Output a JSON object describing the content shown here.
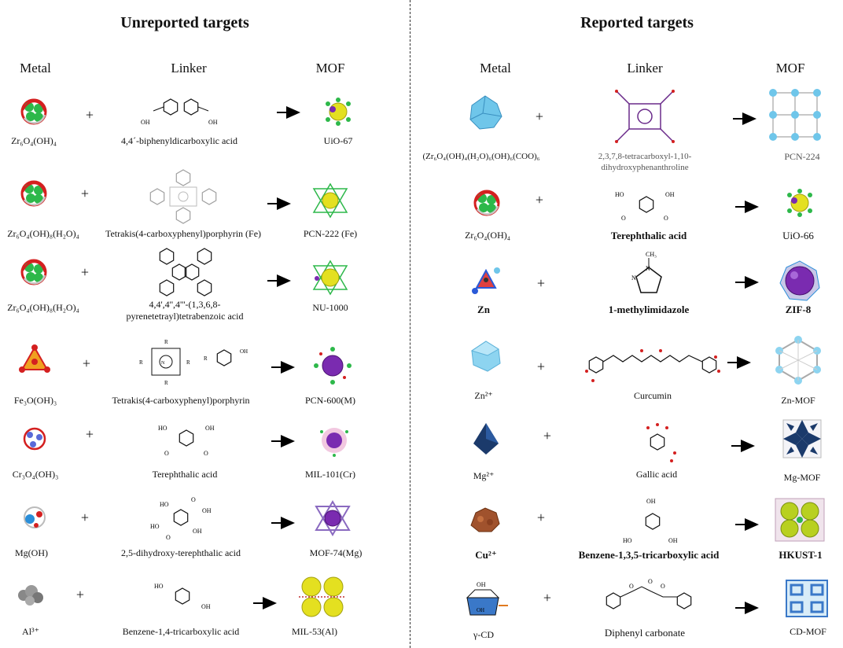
{
  "left": {
    "title": "Unreported targets",
    "headers": {
      "metal": "Metal",
      "linker": "Linker",
      "mof": "MOF"
    },
    "rows": [
      {
        "metal": "Zr₆O₄(OH)₄",
        "linker": "4,4´-biphenyldicarboxylic  acid",
        "mof": "UiO-67"
      },
      {
        "metal": "Zr₆O₄(OH)₈(H₂O)₄",
        "linker": "Tetrakis(4-carboxyphenyl)porphyrin  (Fe)",
        "mof": "PCN-222 (Fe)"
      },
      {
        "metal": "Zr₆O₄(OH)₈(H₂O)₄",
        "linker_line1": "4,4',4'',4'''-(1,3,6,8-",
        "linker_line2": "pyrenetetrayl)tetrabenzoic  acid",
        "mof": "NU-1000"
      },
      {
        "metal": "Fe₃O(OH)₃",
        "linker": "Tetrakis(4-carboxyphenyl)porphyrin",
        "mof": "PCN-600(M)"
      },
      {
        "metal": "Cr₃O₄(OH)₃",
        "linker": "Terephthalic  acid",
        "mof": "MIL-101(Cr)"
      },
      {
        "metal": "Mg(OH)",
        "linker": "2,5-dihydroxy-terephthalic  acid",
        "mof": "MOF-74(Mg)"
      },
      {
        "metal": "Al³⁺",
        "linker": "Benzene-1,4-tricarboxylic  acid",
        "mof": "MIL-53(Al)"
      }
    ]
  },
  "right": {
    "title": "Reported targets",
    "headers": {
      "metal": "Metal",
      "linker": "Linker",
      "mof": "MOF"
    },
    "rows": [
      {
        "metal": "(Zr₆O₄(OH)₄(H₂O)₆(OH)₆(COO)₆",
        "linker_line1": "2,3,7,8-tetracarboxyl-1,10-",
        "linker_line2": "dihydroxyphenanthroline",
        "mof": "PCN-224"
      },
      {
        "metal": "Zr₆O₄(OH)₄",
        "linker": "Terephthalic  acid",
        "mof": "UiO-66"
      },
      {
        "metal": "Zn",
        "linker": "1-methylimidazole",
        "mof": "ZIF-8"
      },
      {
        "metal": "Zn²⁺",
        "linker": "Curcumin",
        "mof": "Zn-MOF"
      },
      {
        "metal": "Mg²⁺",
        "linker": "Gallic acid",
        "mof": "Mg-MOF"
      },
      {
        "metal": "Cu²⁺",
        "linker": "Benzene-1,3,5-tricarboxylic  acid",
        "mof": "HKUST-1"
      },
      {
        "metal": "γ-CD",
        "linker": "Diphenyl carbonate",
        "mof": "CD-MOF"
      }
    ]
  },
  "symbols": {
    "plus": "+",
    "arrow": "arrow-icon"
  },
  "colors": {
    "zr_green": "#2db84a",
    "oxygen_red": "#d42020",
    "mof_yellow": "#e4e020",
    "mof_purple": "#7a2bb0",
    "zn_blue": "#6fc6ea",
    "mg_navy": "#1b3a6b",
    "cu_brown": "#a0522d"
  },
  "structure_labels": {
    "oh": "OH",
    "ho": "HO",
    "o": "O",
    "n": "N",
    "ch3": "CH₃",
    "r": "R"
  }
}
